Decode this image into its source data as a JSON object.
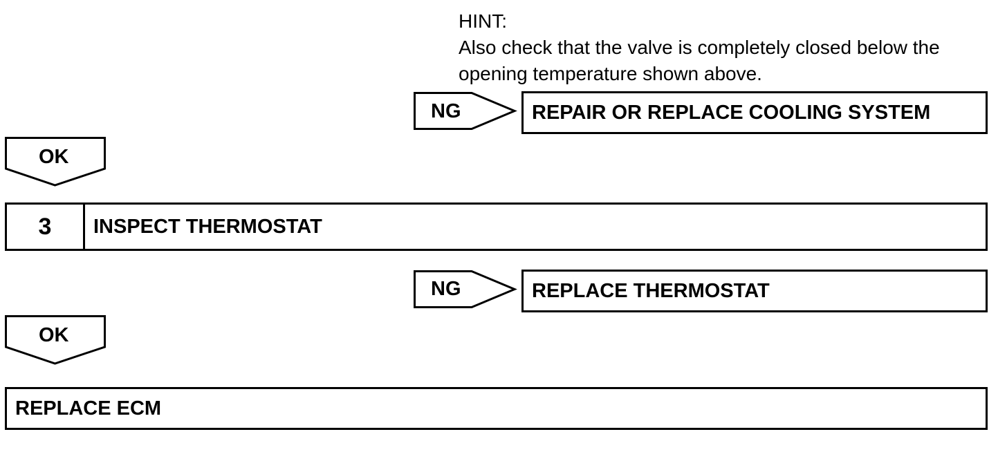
{
  "hint": {
    "title": "HINT:",
    "line1": "Also check that the valve is completely closed below the",
    "line2": "opening temperature shown above."
  },
  "branch1": {
    "ng_label": "NG",
    "ng_action": "REPAIR OR REPLACE COOLING SYSTEM",
    "ok_label": "OK"
  },
  "step3": {
    "number": "3",
    "title": "INSPECT THERMOSTAT"
  },
  "branch2": {
    "ng_label": "NG",
    "ng_action": "REPLACE THERMOSTAT",
    "ok_label": "OK"
  },
  "final": {
    "action": "REPLACE ECM"
  }
}
